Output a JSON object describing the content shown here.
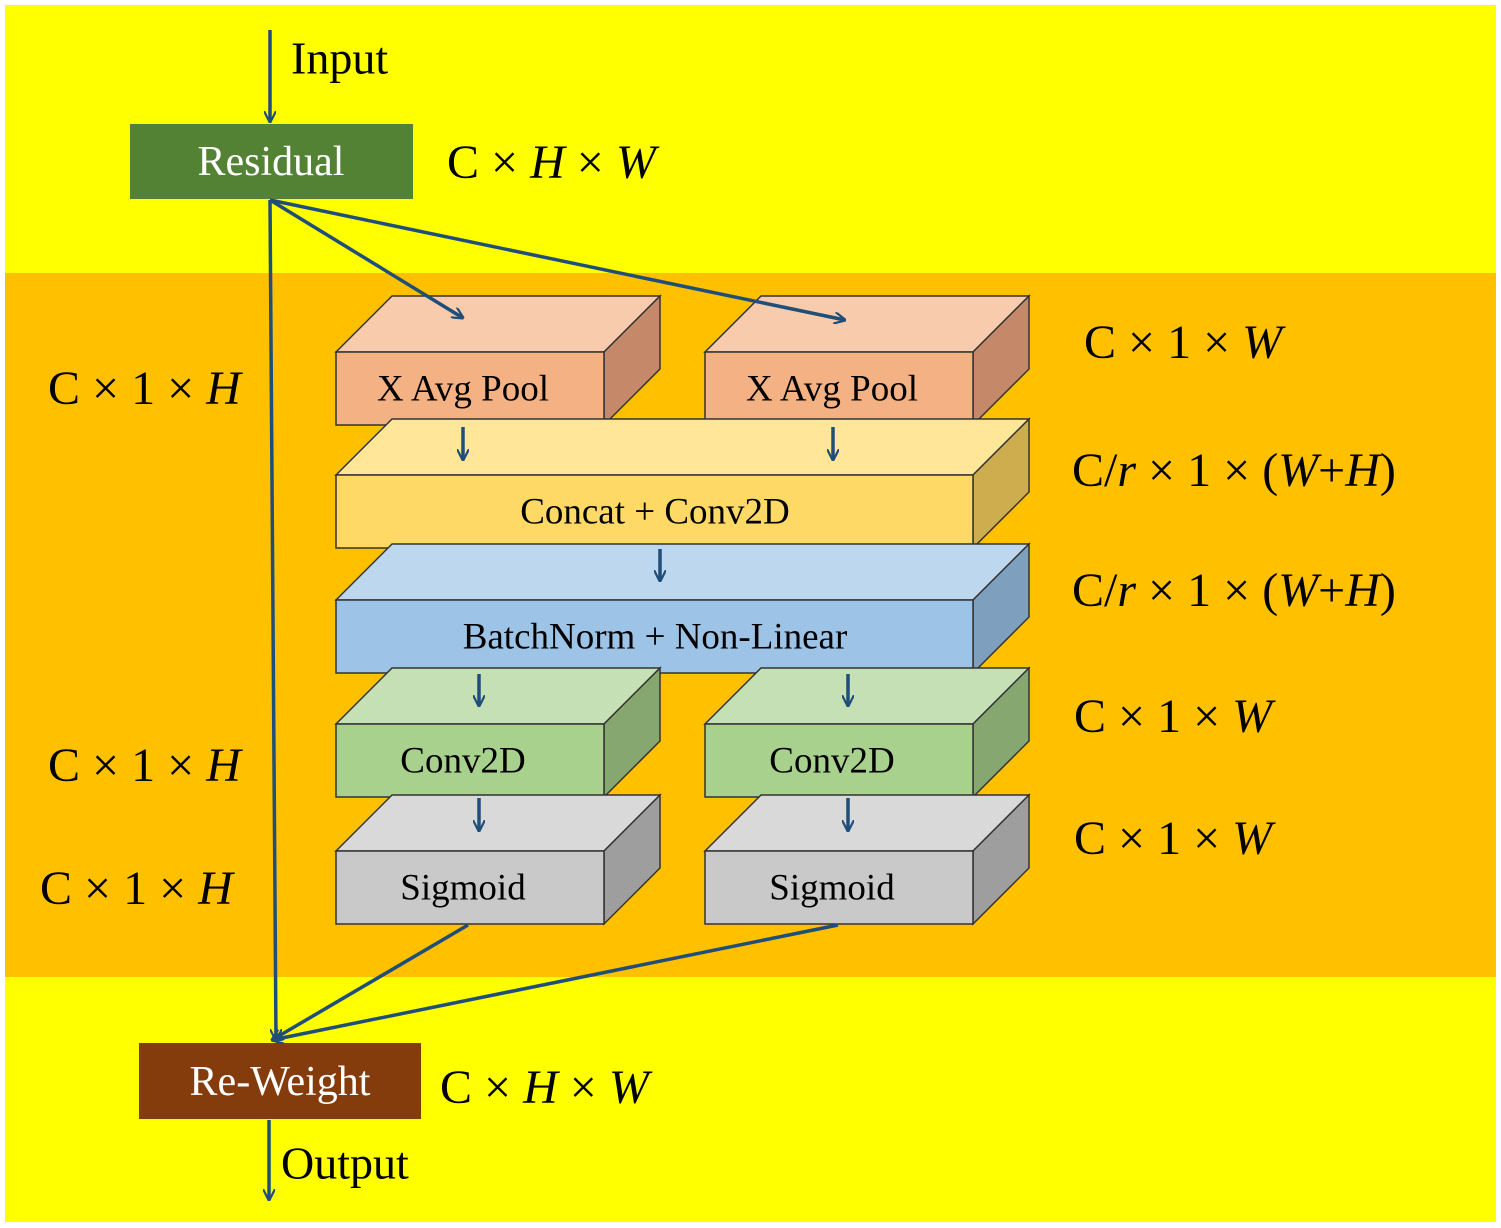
{
  "colors": {
    "band_outer": "#ffff00",
    "band_middle": "#ffc000",
    "arrow": "#1f4e79",
    "residual_fill": "#548235",
    "reweight_fill": "#843c0c",
    "pool_front": "#f4b183",
    "pool_top": "#f8cbad",
    "pool_side": "#c5896a",
    "concat_front": "#ffd966",
    "concat_top": "#ffe699",
    "concat_side": "#cdad4e",
    "bn_front": "#9dc3e6",
    "bn_top": "#bdd7ee",
    "bn_side": "#7e9fbd",
    "conv_front": "#a9d18e",
    "conv_top": "#c5e0b4",
    "conv_side": "#86a870",
    "sig_front": "#c9c9c9",
    "sig_top": "#d9d9d9",
    "sig_side": "#9e9e9e",
    "edge": "#333333"
  },
  "io": {
    "input": "Input",
    "output": "Output"
  },
  "blocks": {
    "residual": "Residual",
    "reweight": "Re-Weight",
    "pool_left": "X Avg Pool",
    "pool_right": "X Avg Pool",
    "concat": "Concat + Conv2D",
    "batchnorm": "BatchNorm + Non-Linear",
    "conv_left": "Conv2D",
    "conv_right": "Conv2D",
    "sigmoid_left": "Sigmoid",
    "sigmoid_right": "Sigmoid"
  },
  "dims": {
    "residual": [
      {
        "t": "C × "
      },
      {
        "t": "H",
        "i": true
      },
      {
        "t": " × "
      },
      {
        "t": "W",
        "i": true
      }
    ],
    "reweight": [
      {
        "t": "C × "
      },
      {
        "t": "H",
        "i": true
      },
      {
        "t": " × "
      },
      {
        "t": "W",
        "i": true
      }
    ],
    "pool_left": [
      {
        "t": "C × 1 × "
      },
      {
        "t": "H",
        "i": true
      }
    ],
    "pool_right": [
      {
        "t": "C × 1 × "
      },
      {
        "t": "W",
        "i": true
      }
    ],
    "concat": [
      {
        "t": "C/"
      },
      {
        "t": "r",
        "i": true
      },
      {
        "t": " × 1 × ("
      },
      {
        "t": "W",
        "i": true
      },
      {
        "t": "+"
      },
      {
        "t": "H",
        "i": true
      },
      {
        "t": ")"
      }
    ],
    "batchnorm": [
      {
        "t": "C/"
      },
      {
        "t": "r",
        "i": true
      },
      {
        "t": " × 1 × ("
      },
      {
        "t": "W",
        "i": true
      },
      {
        "t": "+"
      },
      {
        "t": "H",
        "i": true
      },
      {
        "t": ")"
      }
    ],
    "conv_left": [
      {
        "t": "C × 1 × "
      },
      {
        "t": "H",
        "i": true
      }
    ],
    "conv_right": [
      {
        "t": "C × 1 × "
      },
      {
        "t": "W",
        "i": true
      }
    ],
    "sigmoid_left": [
      {
        "t": "C × 1 × "
      },
      {
        "t": "H",
        "i": true
      }
    ],
    "sigmoid_right": [
      {
        "t": "C × 1 × "
      },
      {
        "t": "W",
        "i": true
      }
    ]
  }
}
